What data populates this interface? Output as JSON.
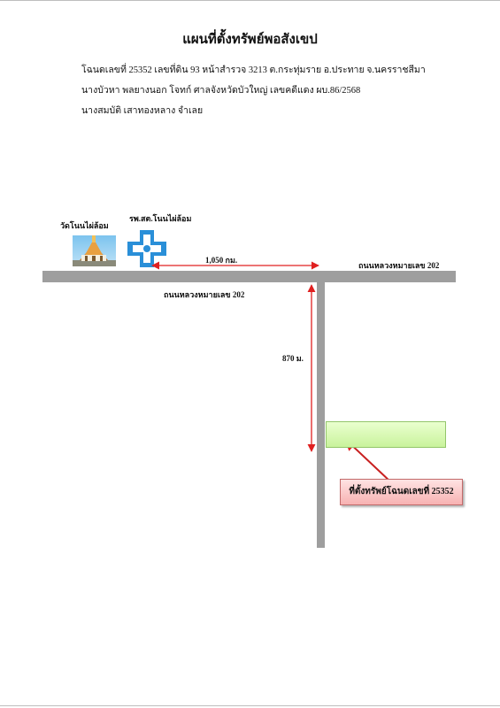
{
  "title": "แผนที่ตั้งทรัพย์พอสังเขป",
  "info_lines": [
    "โฉนดเลขที่ 25352 เลขที่ดิน 93 หน้าสำรวจ 3213 ต.กระทุ่มราย อ.ประทาย จ.นครราชสีมา",
    "นางบัวหา พลยางนอก โจทก์  ศาลจังหวัดบัวใหญ่ เลขคดีแดง ผบ.86/2568",
    "นางสมบัติ เสาทองหลาง  จำเลย"
  ],
  "landmarks": {
    "temple": "วัดโนนไผ่ล้อม",
    "hospital": "รพ.สต.โนนไผ่ล้อม"
  },
  "roads": {
    "label_right": "ถนนหลวงหมายเลข 202",
    "label_below": "ถนนหลวงหมายเลข 202"
  },
  "distances": {
    "horizontal": "1,050 กม.",
    "vertical": "870 ม."
  },
  "callout": "ที่ตั้งทรัพย์โฉนดเลขที่ 25352",
  "colors": {
    "road": "#9e9e9e",
    "arrow": "#e02020",
    "plot": "#c9f39c",
    "callout": "#f7b2b2",
    "hospital": "#2a8fd8"
  },
  "icons": [
    "temple-image",
    "hospital-cross-icon",
    "red-arrow"
  ]
}
